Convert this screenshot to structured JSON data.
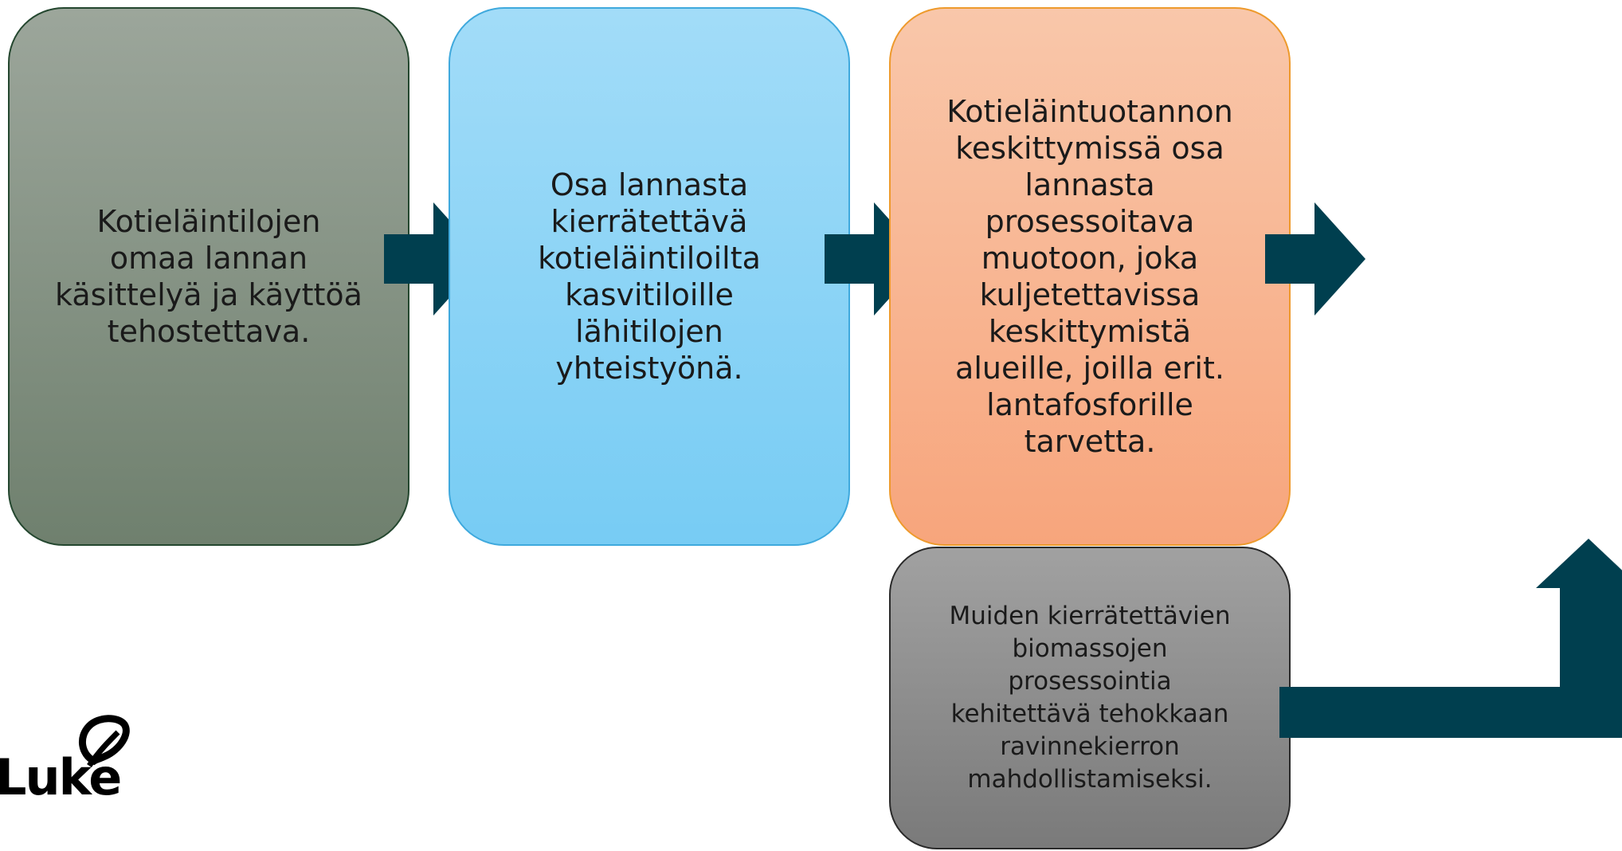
{
  "colors": {
    "arrow": "#003f4f",
    "box_gray_green": "#8a978a",
    "box_blue": "#8ad4f6",
    "box_orange": "#f8b690",
    "box_gray": "#8e8e8e"
  },
  "boxes": [
    {
      "text": "Kotieläintilojen\nomaa lannan\nkäsittelyä ja käyttöä\ntehostettava."
    },
    {
      "text": "Osa lannasta\nkierrätettävä\nkotieläintiloilta\nkasvitiloille\nlähitilojen\nyhteistyönä."
    },
    {
      "text": "Kotieläintuotannon\nkeskittymissä osa\nlannasta\nprosessoitava\nmuotoon, joka\nkuljetettavissa\nkeskittymistä\nalueille, joilla erit.\nlantafosforille\ntarvetta."
    },
    {
      "text": "Muiden kierrätettävien\nbiomassojen\nprosessointia\nkehitettävä tehokkaan\nravinnekierron\nmahdollistamiseksi."
    }
  ],
  "logo": {
    "text": "Luke",
    "icon": "leaf-icon"
  }
}
